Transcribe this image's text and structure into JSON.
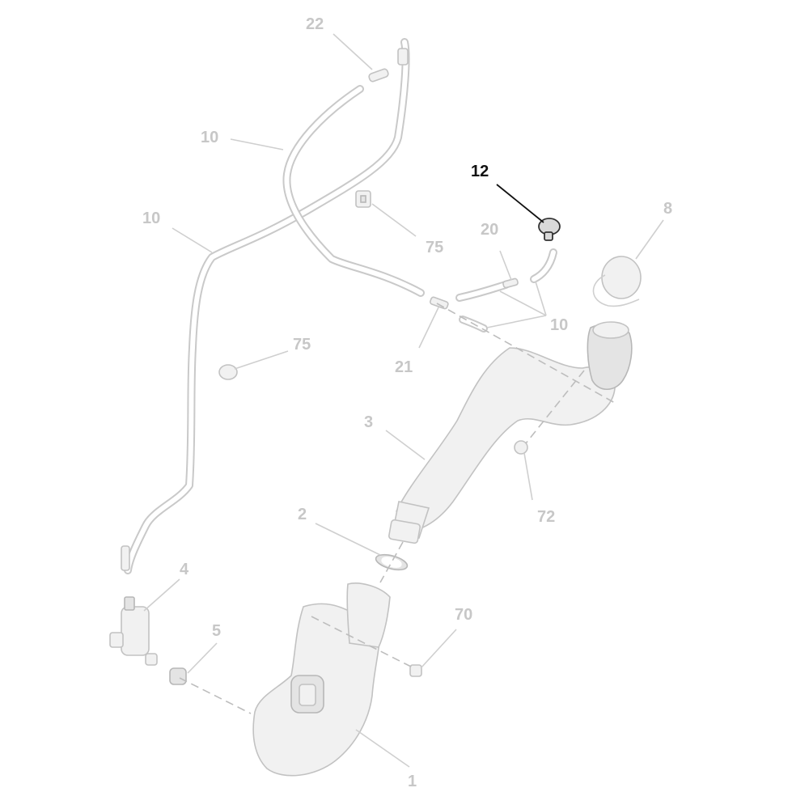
{
  "diagram": {
    "highlight_color": "#111111",
    "muted_color": "#c7c7c7",
    "callouts": {
      "c22": "22",
      "c10a": "10",
      "c10b": "10",
      "c10c": "10",
      "c75a": "75",
      "c75b": "75",
      "c12": "12",
      "c20": "20",
      "c8": "8",
      "c21": "21",
      "c3": "3",
      "c72": "72",
      "c2": "2",
      "c4": "4",
      "c5": "5",
      "c70": "70",
      "c1": "1"
    },
    "highlighted_part": "12"
  }
}
